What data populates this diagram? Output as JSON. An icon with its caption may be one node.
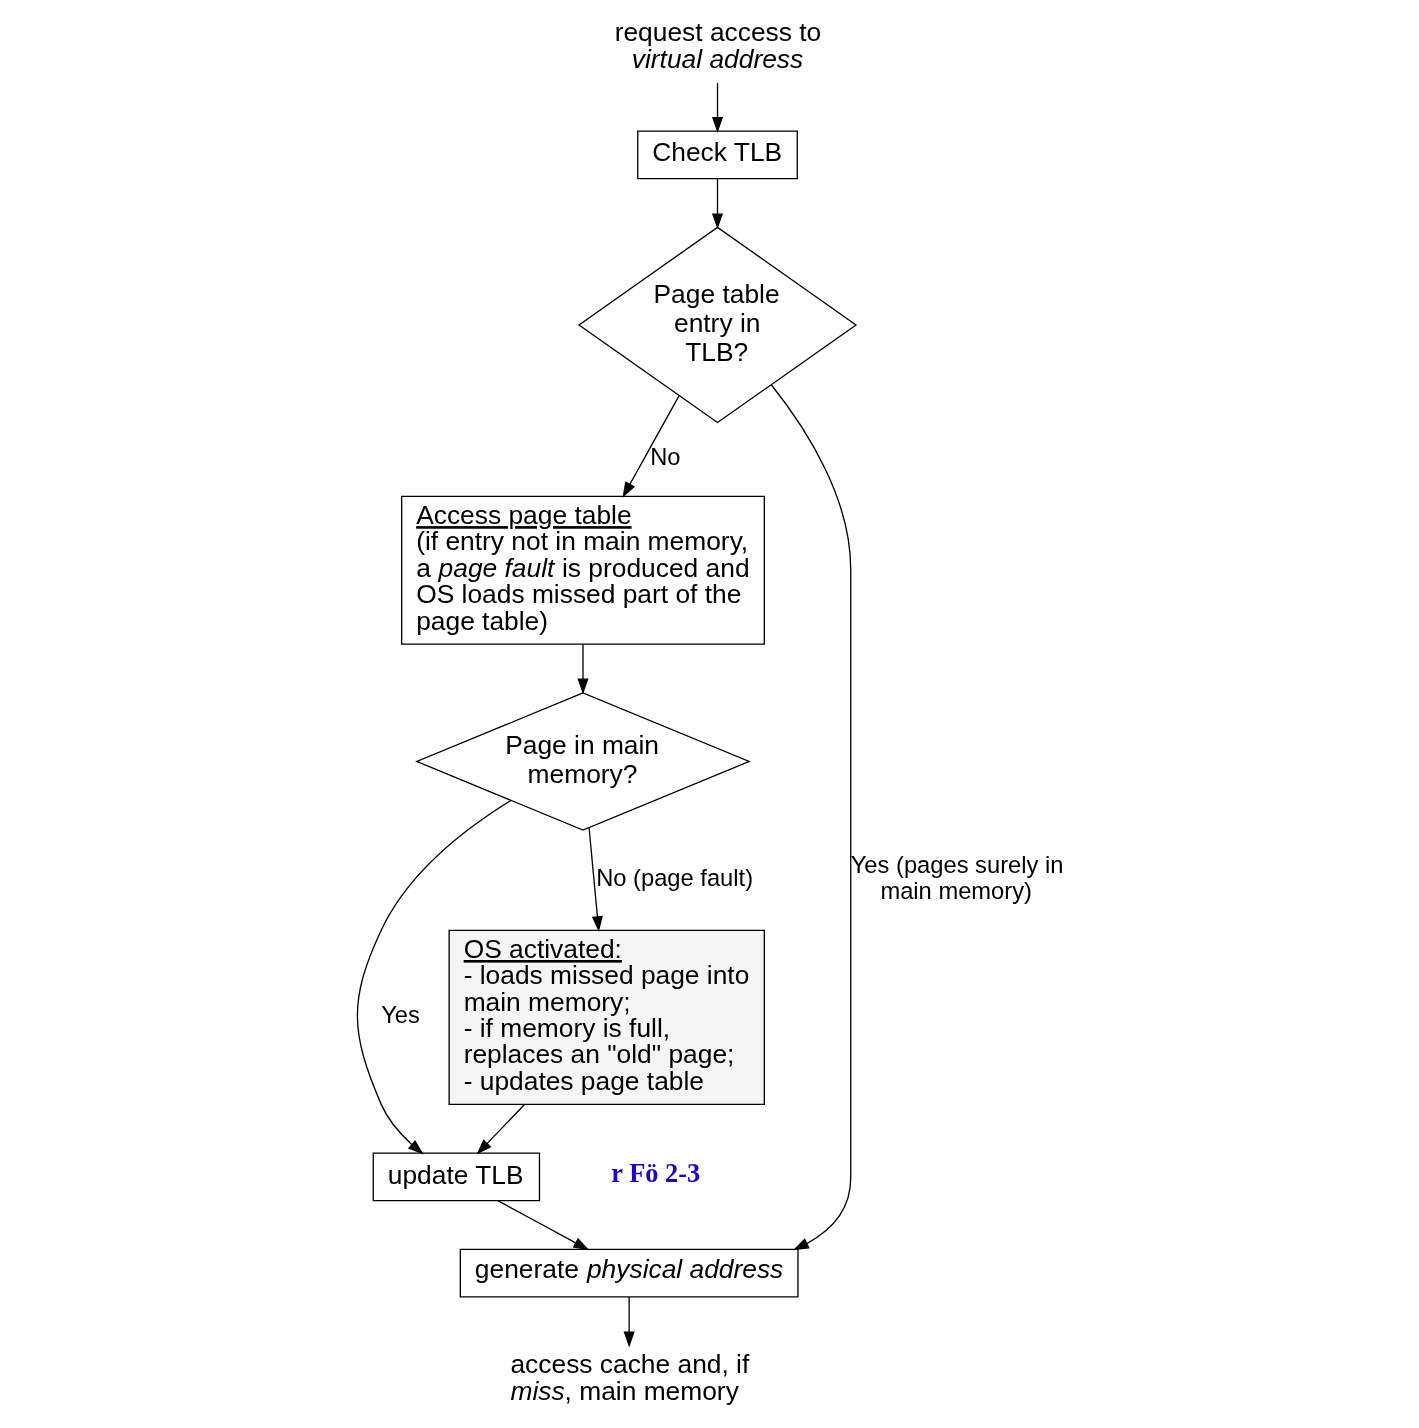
{
  "diagram": {
    "nodes": [
      {
        "text": [
          "request access to *virtual address*"
        ]
      },
      {
        "text": [
          "Check TLB"
        ]
      },
      {
        "text": [
          "Page table entry in TLB?"
        ]
      },
      {
        "text": [
          "Access page table",
          "(if entry not in main memory, a *page fault* is produced and OS loads missed part of the page table)"
        ]
      },
      {
        "text": [
          "Page in main memory?"
        ]
      },
      {
        "text": [
          "OS activated:",
          "- loads missed page into main memory;",
          "- if memory is full, replaces an \"old\" page;",
          "- updates page table"
        ]
      },
      {
        "text": [
          "update TLB"
        ]
      },
      {
        "text": [
          "generate *physical address*"
        ]
      },
      {
        "text": [
          "access cache and, if *miss*, main memory"
        ]
      }
    ],
    "edges": [
      {
        "from": 0,
        "to": 1,
        "arrow": "to"
      },
      {
        "from": 1,
        "to": 2,
        "arrow": "to"
      },
      {
        "from": 2,
        "to": 3,
        "arrow": "to",
        "label": "No"
      },
      {
        "from": 2,
        "to": 7,
        "arrow": "to",
        "label": "Yes (pages surely in main memory)"
      },
      {
        "from": 3,
        "to": 4,
        "arrow": "to"
      },
      {
        "from": 4,
        "to": 5,
        "arrow": "to",
        "label": "No (page fault)"
      },
      {
        "from": 5,
        "to": 6,
        "arrow": "to"
      },
      {
        "from": 4,
        "to": 6,
        "arrow": "to",
        "label": "Yes"
      },
      {
        "from": 6,
        "to": 7,
        "arrow": "to"
      },
      {
        "from": 7,
        "to": 8,
        "arrow": "to"
      }
    ],
    "labels": [
      "r Fö 2-3"
    ]
  }
}
